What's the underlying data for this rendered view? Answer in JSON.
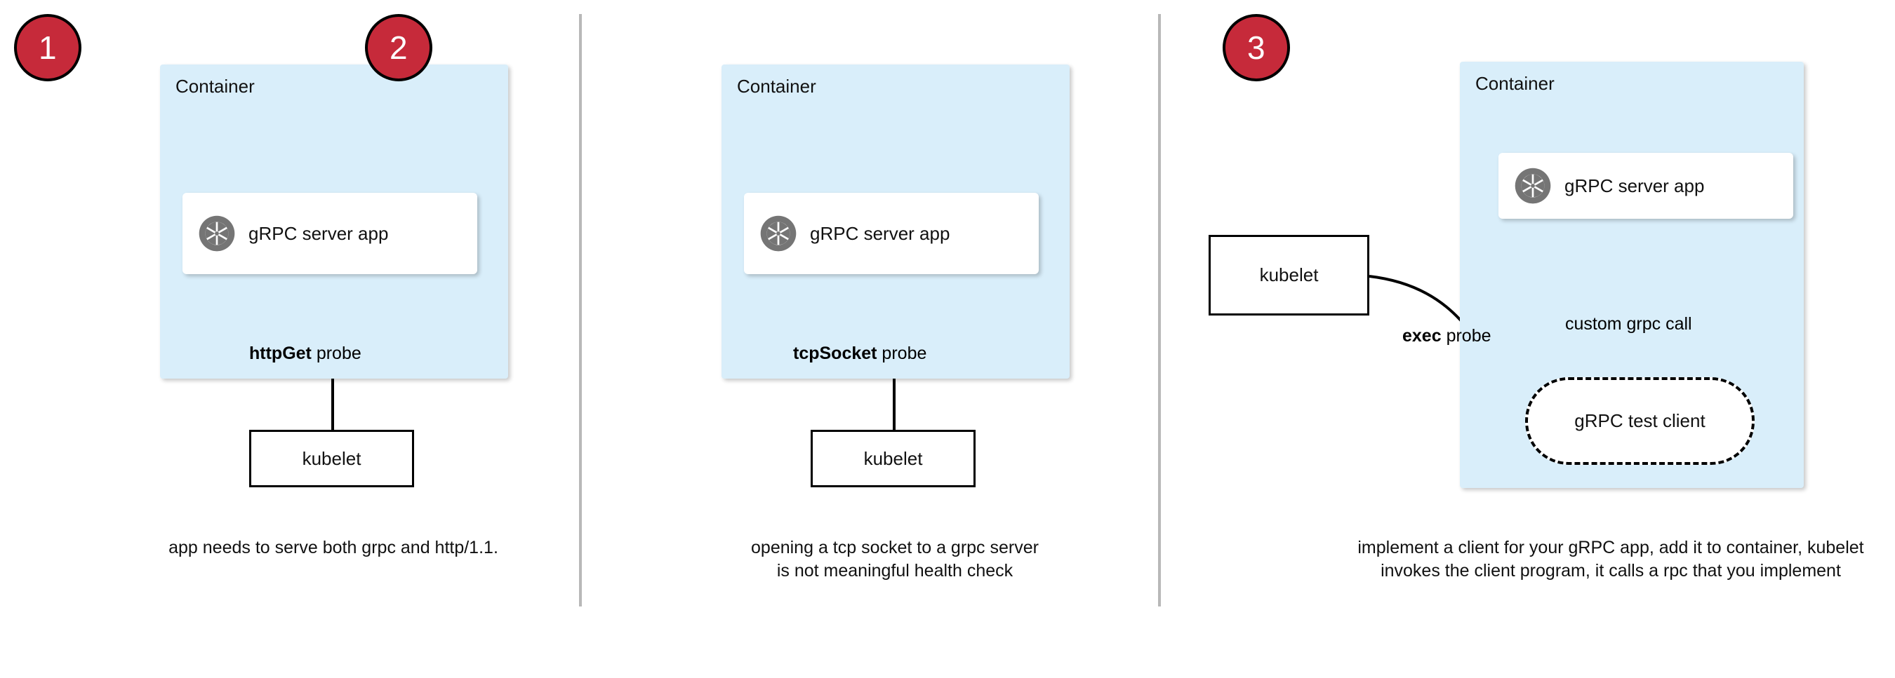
{
  "diagram": {
    "title": "Kubernetes gRPC health probe approaches",
    "colors": {
      "badge_red": "#c62a3a",
      "container_blue": "#d9eefa",
      "icon_gray": "#757575",
      "divider_gray": "#b8b8b8",
      "stroke_black": "#000000",
      "card_white": "#ffffff"
    },
    "panels": [
      {
        "step": "1",
        "container_label": "Container",
        "app_label": "gRPC server app",
        "app_icon": "grpc-aperture-icon",
        "edge_label_bold": "httpGet",
        "edge_label_rest": " probe",
        "kubelet_label": "kubelet",
        "caption": "app needs to serve both grpc and http/1.1."
      },
      {
        "step": "2",
        "container_label": "Container",
        "app_label": "gRPC server app",
        "app_icon": "grpc-aperture-icon",
        "edge_label_bold": "tcpSocket",
        "edge_label_rest": " probe",
        "kubelet_label": "kubelet",
        "caption": "opening a tcp socket to a grpc server is not meaningful health check"
      },
      {
        "step": "3",
        "container_label": "Container",
        "app_label": "gRPC server app",
        "app_icon": "grpc-aperture-icon",
        "edge_label_bold": "exec",
        "edge_label_rest": " probe",
        "edge_label_2": "custom grpc call",
        "kubelet_label": "kubelet",
        "client_label": "gRPC test client",
        "caption": "implement a client for your gRPC app, add it to container, kubelet invokes the client program, it calls a rpc that you implement"
      }
    ]
  }
}
